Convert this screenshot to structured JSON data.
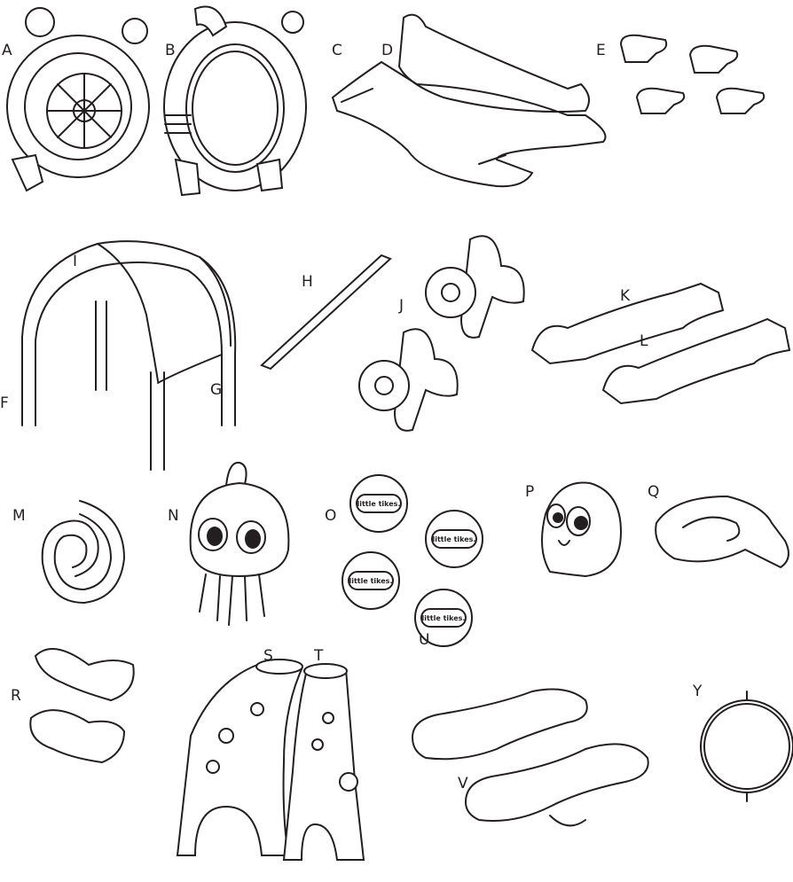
{
  "labels": {
    "A": "A",
    "B": "B",
    "C": "C",
    "D": "D",
    "E": "E",
    "F": "F",
    "G": "G",
    "H": "H",
    "I": "I",
    "J": "J",
    "K": "K",
    "L": "L",
    "M": "M",
    "N": "N",
    "O": "O",
    "P": "P",
    "Q": "Q",
    "R": "R",
    "S": "S",
    "T": "T",
    "U": "U",
    "V": "V",
    "Y": "Y"
  },
  "logo_text": "little tikes.",
  "colors": {
    "line": "#231f20",
    "background": "#ffffff"
  }
}
